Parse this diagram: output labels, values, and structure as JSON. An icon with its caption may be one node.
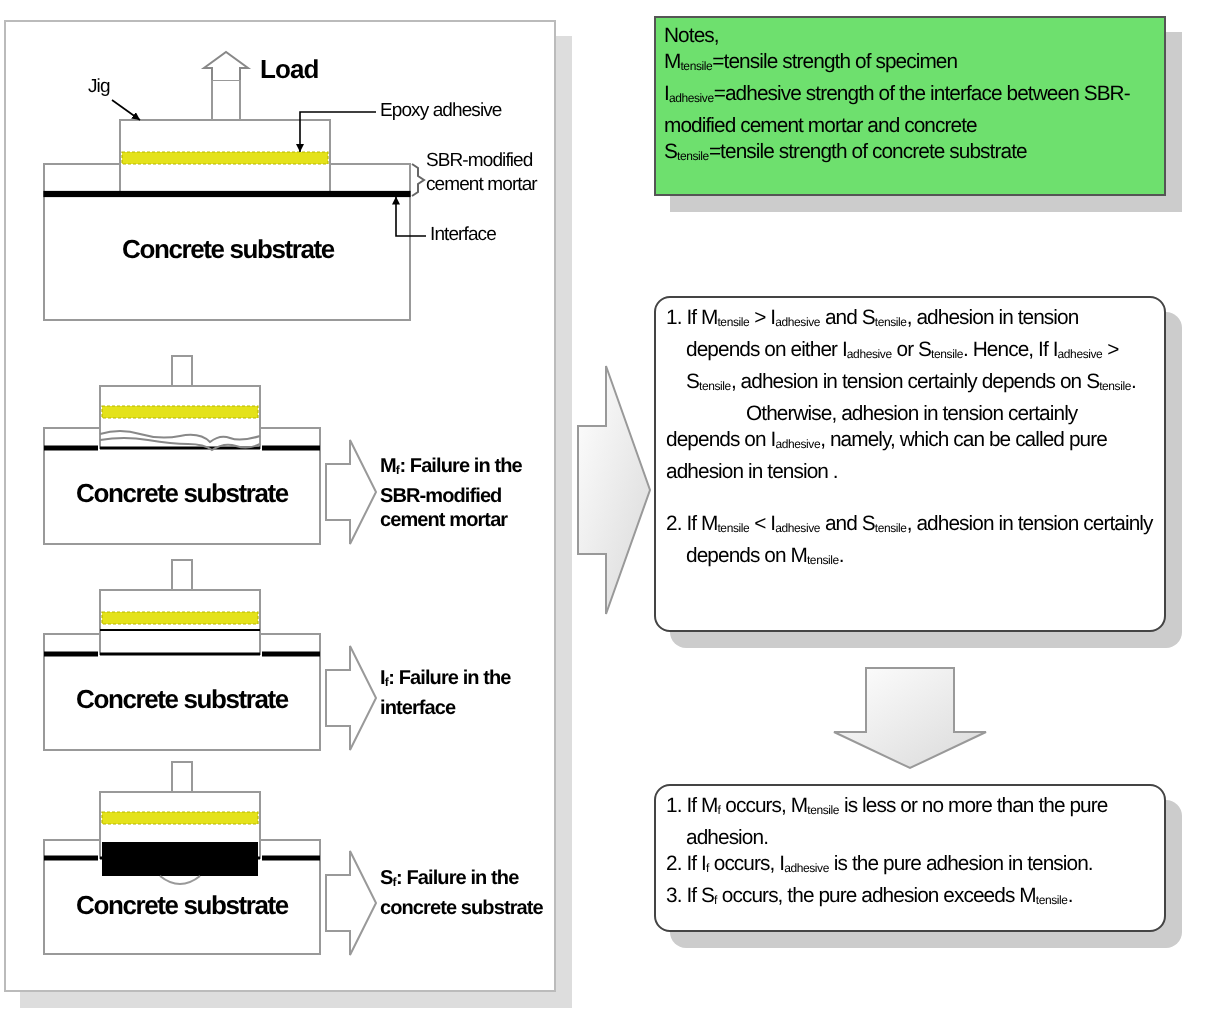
{
  "diagram": {
    "nodes": [
      {
        "text": [],
        "shape": "box"
      },
      {
        "text": [
          "Jig"
        ],
        "in": 0
      },
      {
        "text": [
          "Epoxy adhesive"
        ],
        "in": 0
      },
      {
        "text": [
          "Interface"
        ],
        "in": 0
      },
      {
        "text": [
          "Concrete substrate"
        ],
        "in": 0
      },
      {
        "text": [
          "Concrete substrate"
        ],
        "in": 0
      },
      {
        "text": [
          "M$_{f}$: Failure in the SBR-modified cement mortar"
        ],
        "in": 0
      },
      {
        "text": [
          "Concrete substrate"
        ],
        "in": 0
      },
      {
        "text": [
          "I$_{f}$: Failure in the interface"
        ],
        "in": 0
      },
      {
        "text": [
          "Concrete substrate"
        ],
        "in": 0
      },
      {
        "text": [
          "S$_{f}$: Failure in the concrete substrate"
        ],
        "in": 0
      },
      {
        "text": [
          "Notes,",
          "M$_{tensile}$=tensile strength of specimen",
          "I$_{adhesive}$=adhesive strength of the interface between SBR-modified cement mortar and concrete",
          "S$_{tensile}$=tensile strength of concrete substrate"
        ]
      },
      {
        "text": [
          "1. If M$_{tensile}$ > I$_{adhesive}$ and S$_{tensile}$, adhesion in tension depends on either I$_{adhesive}$ or S$_{tensile}$. Hence, If I$_{adhesive}$ > S$_{tensile}$, adhesion in tension certainly depends on S$_{tensile}$.",
          "Otherwise, adhesion in tension certainly depends on I$_{adhesive}$, namely, which can be called pure adhesion in tension .",
          "2. If M$_{tensile}$ < I$_{adhesive}$ and S$_{tensile}$, adhesion in tension certainly depends on M$_{tensile}$."
        ]
      },
      {
        "text": [
          "1. If M$_{f}$ occurs, M$_{tensile}$ is less or no more than the pure adhesion.",
          "2. If I$_{f}$ occurs, I$_{adhesive}$ is the pure adhesion in tension.",
          "3. If S$_{f}$ occurs, the pure adhesion exceeds M$_{tensile}$."
        ]
      },
      {
        "text": [],
        "shape": "box",
        "in": 0
      },
      {
        "text": [],
        "shape": "bar",
        "in": 14
      },
      {
        "text": [],
        "shape": "bar",
        "in": 4
      }
    ],
    "edges": [
      {
        "from": 1,
        "to": 14,
        "arrow": "to"
      },
      {
        "from": 2,
        "to": 15,
        "arrow": "to"
      },
      {
        "from": 3,
        "to": 16,
        "arrow": "to"
      },
      {
        "from": 5,
        "to": 6,
        "arrow": "to"
      },
      {
        "from": 7,
        "to": 8,
        "arrow": "to"
      },
      {
        "from": 9,
        "to": 10,
        "arrow": "to"
      },
      {
        "from": 0,
        "to": 12,
        "arrow": "to"
      },
      {
        "from": 12,
        "to": 13,
        "arrow": "to"
      }
    ],
    "labels": [
      "Load",
      "SBR-modified cement mortar"
    ]
  }
}
